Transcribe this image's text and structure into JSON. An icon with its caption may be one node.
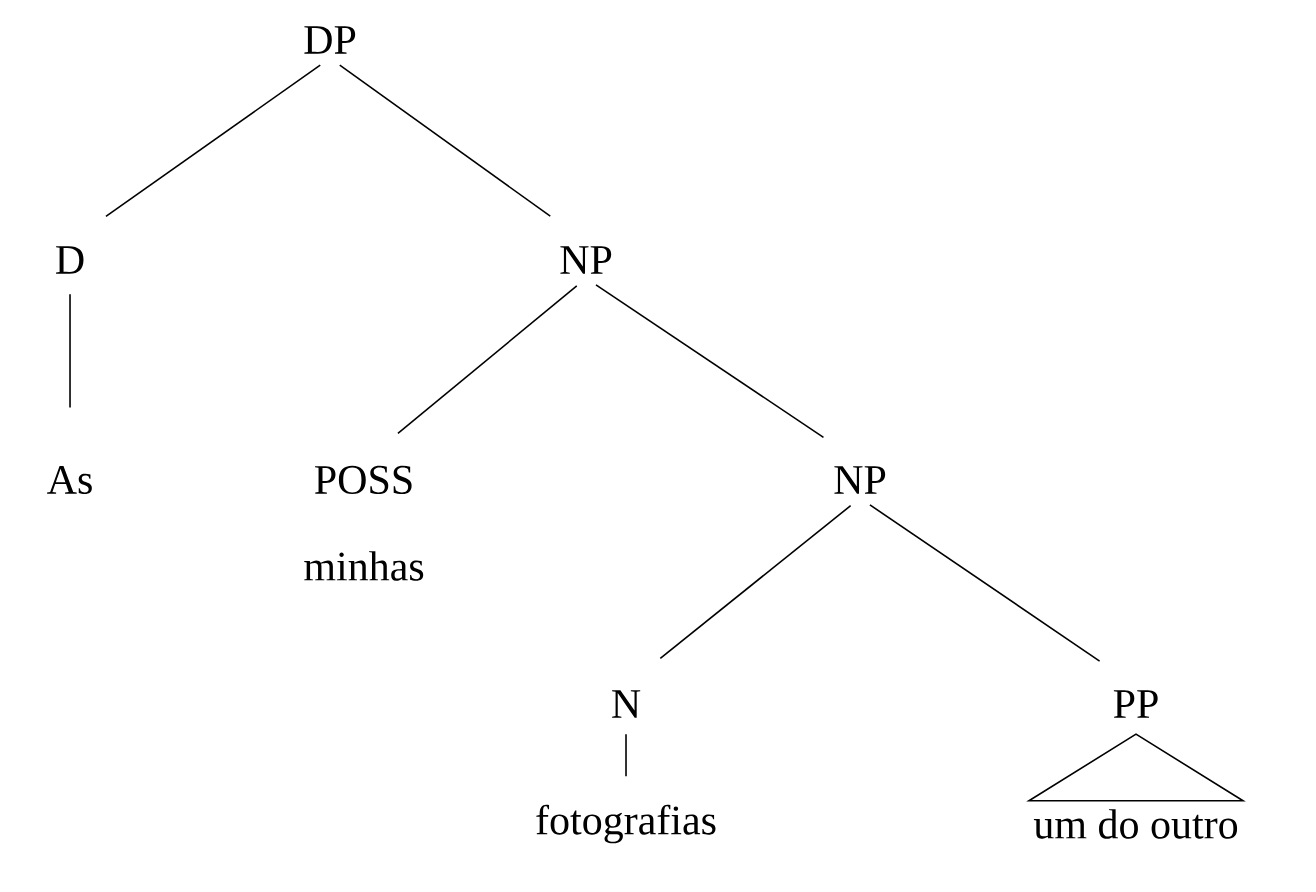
{
  "diagram": {
    "nodes": [
      {
        "text": [
          "DP"
        ]
      },
      {
        "text": [
          "D"
        ]
      },
      {
        "text": [
          "NP"
        ]
      },
      {
        "text": [
          "As"
        ]
      },
      {
        "text": [
          "POSS"
        ],
        "beside": [
          "minhas"
        ]
      },
      {
        "text": [
          "NP"
        ]
      },
      {
        "text": [
          "N"
        ]
      },
      {
        "text": [
          "PP"
        ]
      },
      {
        "text": [
          "fotografias"
        ]
      },
      {
        "text": [
          "um do outro"
        ]
      }
    ],
    "edges": [
      {
        "from": 0,
        "to": 1,
        "arrow": "none"
      },
      {
        "from": 0,
        "to": 2,
        "arrow": "none"
      },
      {
        "from": 1,
        "to": 3,
        "arrow": "none"
      },
      {
        "from": 2,
        "to": 4,
        "arrow": "none"
      },
      {
        "from": 2,
        "to": 5,
        "arrow": "none"
      },
      {
        "from": 5,
        "to": 6,
        "arrow": "none"
      },
      {
        "from": 5,
        "to": 7,
        "arrow": "none"
      },
      {
        "from": 6,
        "to": 8,
        "arrow": "none"
      },
      {
        "from": 7,
        "to": 9,
        "arrow": "none"
      }
    ]
  }
}
